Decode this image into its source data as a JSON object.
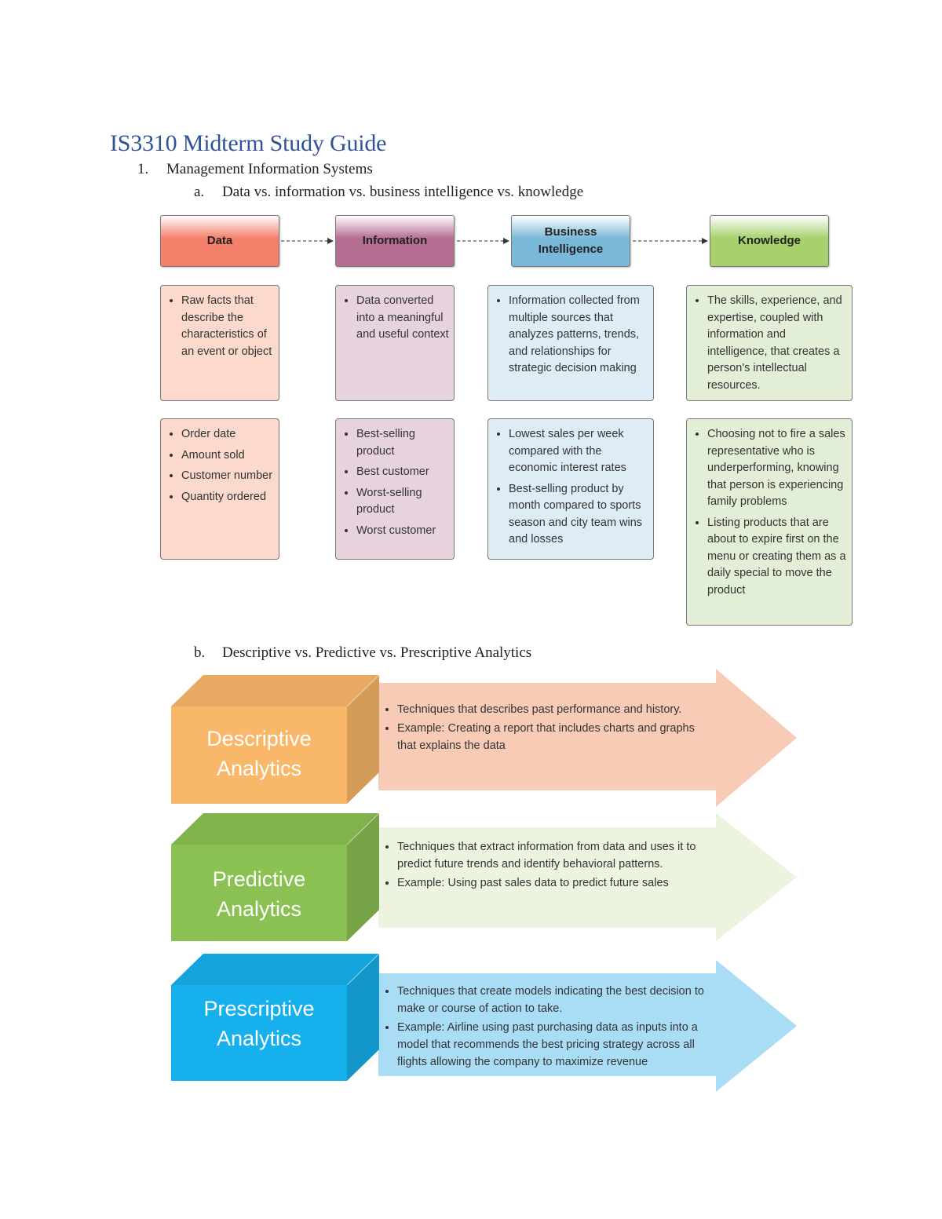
{
  "document": {
    "title": "IS3310 Midterm Study Guide",
    "section1": {
      "number": "1.",
      "title": "Management Information Systems"
    },
    "subsection_a": {
      "letter": "a.",
      "title": "Data vs. information vs. business intelligence vs. knowledge"
    },
    "subsection_b": {
      "letter": "b.",
      "title": "Descriptive vs. Predictive vs. Prescriptive Analytics"
    }
  },
  "hierarchy": {
    "columns": [
      {
        "header": "Data",
        "color": "#f47f6a",
        "definition": [
          "Raw facts that describe the characteristics of an event or object"
        ],
        "examples": [
          "Order date",
          "Amount sold",
          "Customer number",
          "Quantity ordered"
        ]
      },
      {
        "header": "Information",
        "color": "#b56d92",
        "definition": [
          "Data converted into a meaningful and useful context"
        ],
        "examples": [
          "Best-selling product",
          "Best customer",
          "Worst-selling product",
          "Worst customer"
        ]
      },
      {
        "header": "Business\nIntelligence",
        "color": "#7ab8d9",
        "definition": [
          "Information collected from multiple sources that analyzes patterns, trends, and relationships for strategic decision making"
        ],
        "examples": [
          "Lowest sales per week compared with the economic interest rates",
          "Best-selling product by month compared to sports season and city team wins and losses"
        ]
      },
      {
        "header": "Knowledge",
        "color": "#a7d16c",
        "definition": [
          "The skills, experience, and expertise, coupled with information and intelligence, that creates a person's intellectual resources."
        ],
        "examples": [
          "Choosing not to fire a sales representative who is underperforming, knowing that person is experiencing family problems",
          "Listing products that are about to expire first on the menu or creating them as a daily special to move the product"
        ]
      }
    ]
  },
  "analytics": [
    {
      "label": "Descriptive\nAnalytics",
      "block_color": "#f9b769",
      "arrow_color": "#f8cbb7",
      "bullets": [
        "Techniques that describes past performance and history.",
        "Example: Creating a report that includes charts and graphs that explains the data"
      ]
    },
    {
      "label": "Predictive\nAnalytics",
      "block_color": "#8bc153",
      "arrow_color": "#ecf4df",
      "bullets": [
        "Techniques that extract information from data and uses it to predict future trends and identify behavioral patterns.",
        "Example: Using past sales data to predict future sales"
      ]
    },
    {
      "label": "Prescriptive\nAnalytics",
      "block_color": "#16b0ec",
      "arrow_color": "#a9dcf5",
      "bullets": [
        "Techniques that create models indicating the best decision to make or course of action to take.",
        "Example: Airline using past purchasing data as inputs into a model that recommends the best pricing strategy across all flights allowing the company to maximize revenue"
      ]
    }
  ]
}
